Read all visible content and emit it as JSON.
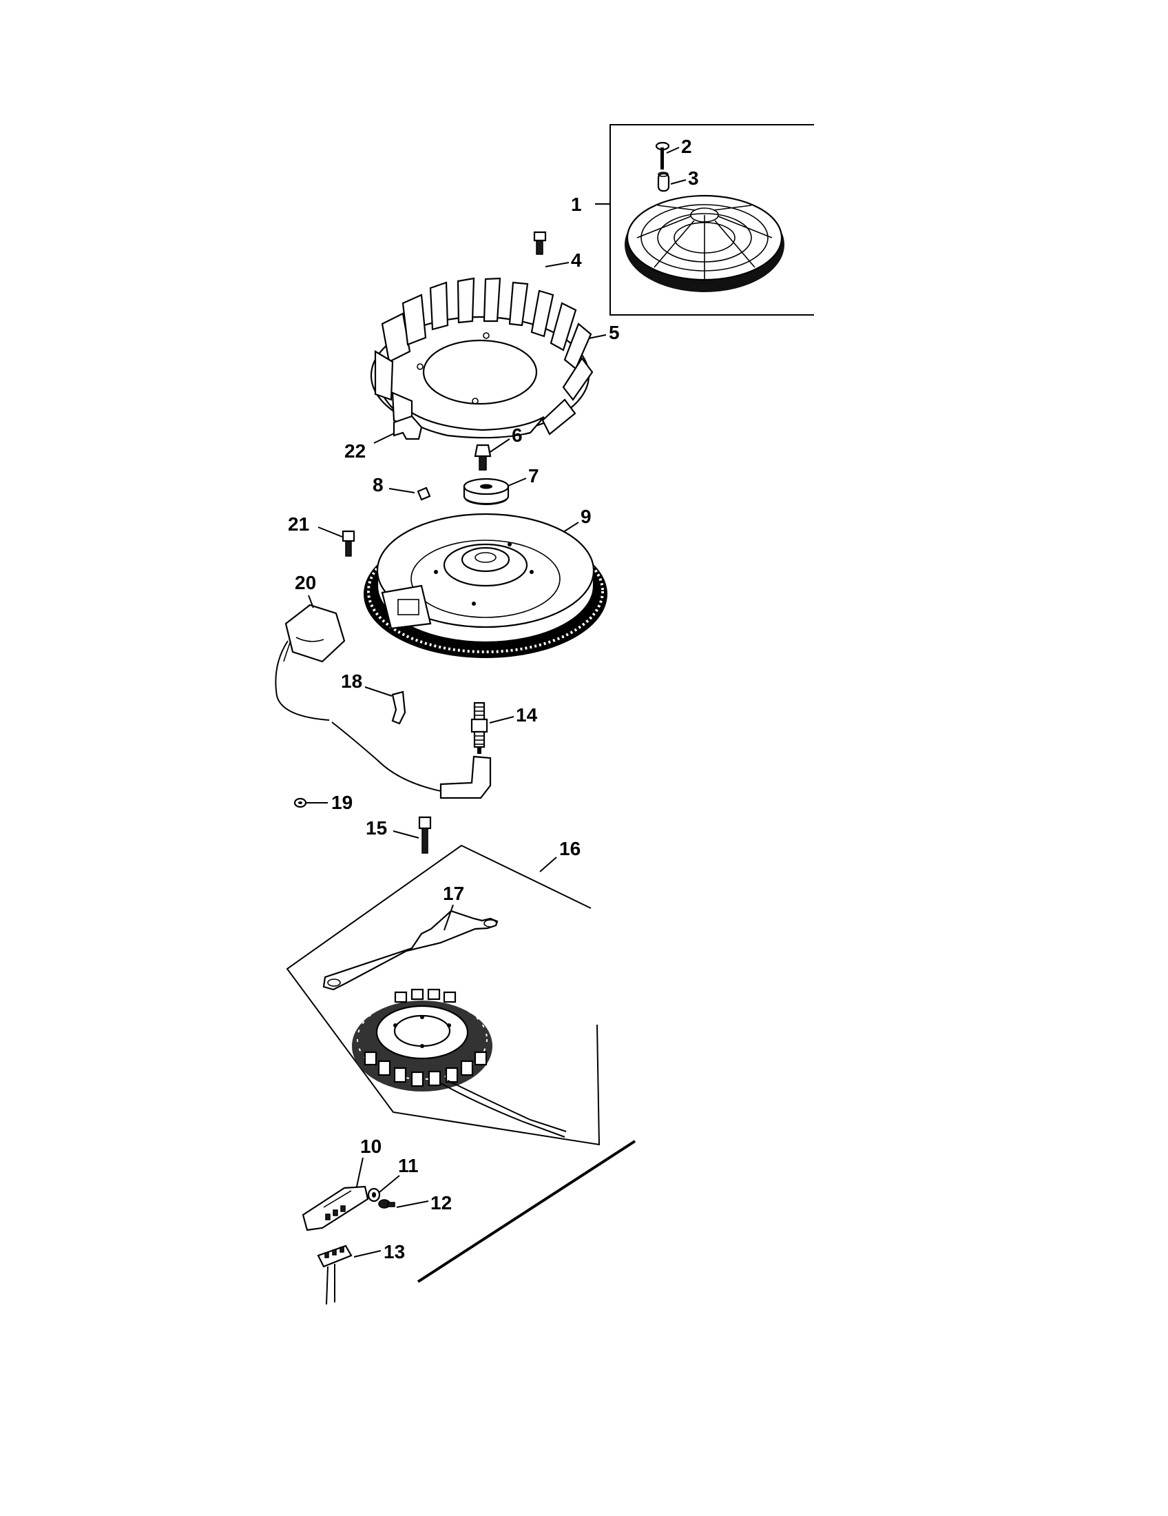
{
  "callouts": {
    "c1": "1",
    "c2": "2",
    "c3": "3",
    "c4": "4",
    "c5": "5",
    "c6": "6",
    "c7": "7",
    "c8": "8",
    "c9": "9",
    "c10": "10",
    "c11": "11",
    "c12": "12",
    "c13": "13",
    "c14": "14",
    "c15": "15",
    "c16": "16",
    "c17": "17",
    "c18": "18",
    "c19": "19",
    "c20": "20",
    "c21": "21",
    "c22": "22"
  },
  "colors": {
    "ink": "#000000",
    "paper": "#ffffff"
  }
}
